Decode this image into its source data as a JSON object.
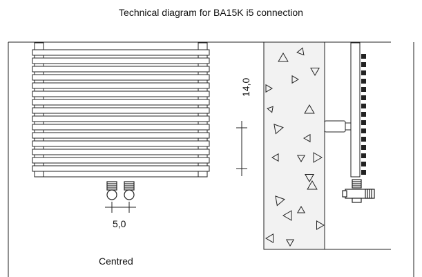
{
  "title": "Technical diagram for BA15K i5 connection",
  "dimensions": {
    "horizontal": "5,0",
    "vertical": "14,0"
  },
  "caption": "Centred",
  "icons": [
    "radiator-front-view",
    "valve-connector",
    "wall-section",
    "radiator-side-view"
  ]
}
